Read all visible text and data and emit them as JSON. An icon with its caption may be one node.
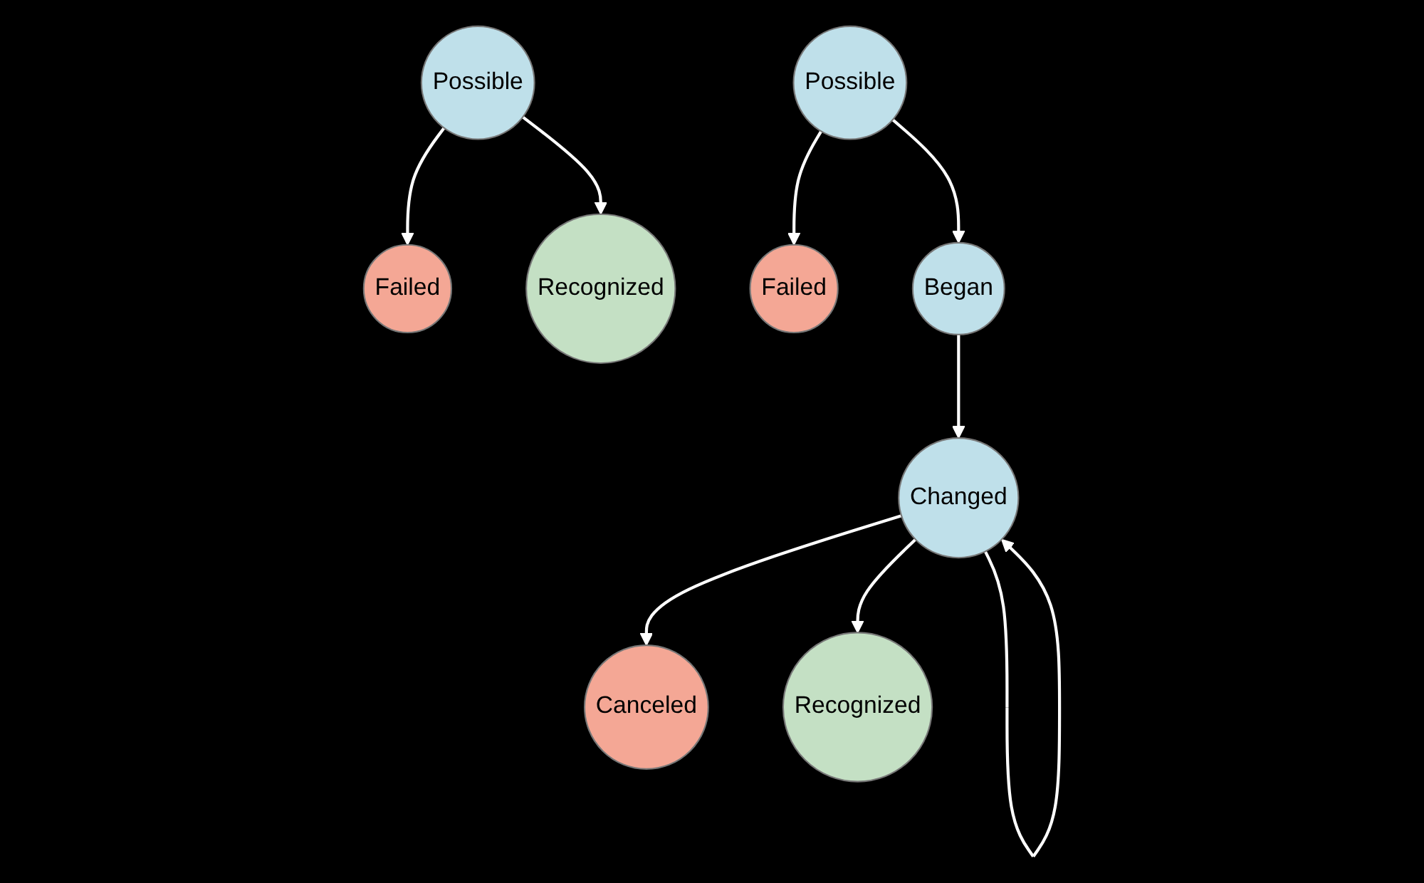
{
  "diagram": {
    "nodes": [
      {
        "text": [
          "Possible"
        ]
      },
      {
        "text": [
          "Failed"
        ]
      },
      {
        "text": [
          "Recognized"
        ]
      },
      {
        "text": [
          "Possible"
        ]
      },
      {
        "text": [
          "Failed"
        ]
      },
      {
        "text": [
          "Began"
        ]
      },
      {
        "text": [
          "Changed"
        ]
      },
      {
        "text": [
          "Canceled"
        ]
      },
      {
        "text": [
          "Recognized"
        ]
      }
    ],
    "edges": [
      {
        "from": 0,
        "to": 1,
        "arrow": "to"
      },
      {
        "from": 0,
        "to": 2,
        "arrow": "to"
      },
      {
        "from": 3,
        "to": 4,
        "arrow": "to"
      },
      {
        "from": 3,
        "to": 5,
        "arrow": "to"
      },
      {
        "from": 5,
        "to": 6,
        "arrow": "to"
      },
      {
        "from": 6,
        "to": 6,
        "arrow": "to"
      },
      {
        "from": 6,
        "to": 7,
        "arrow": "to"
      },
      {
        "from": 6,
        "to": 8,
        "arrow": "to"
      }
    ]
  }
}
